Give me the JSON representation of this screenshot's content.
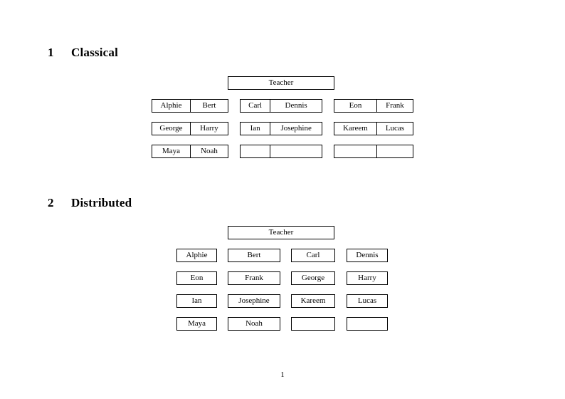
{
  "document": {
    "page_number": "1"
  },
  "sections": [
    {
      "number": "1",
      "title": "Classical",
      "root": {
        "label": "Teacher"
      },
      "groups": [
        {
          "name": "group-left",
          "rows": [
            {
              "cells": [
                {
                  "label": "Alphie"
                },
                {
                  "label": "Bert"
                }
              ]
            },
            {
              "cells": [
                {
                  "label": "George"
                },
                {
                  "label": "Harry"
                }
              ]
            },
            {
              "cells": [
                {
                  "label": "Maya"
                },
                {
                  "label": "Noah"
                }
              ]
            }
          ]
        },
        {
          "name": "group-middle",
          "rows": [
            {
              "cells": [
                {
                  "label": "Carl"
                },
                {
                  "label": "Dennis"
                }
              ]
            },
            {
              "cells": [
                {
                  "label": "Ian"
                },
                {
                  "label": "Josephine"
                }
              ]
            },
            {
              "cells": [
                {
                  "label": ""
                },
                {
                  "label": ""
                }
              ]
            }
          ]
        },
        {
          "name": "group-right",
          "rows": [
            {
              "cells": [
                {
                  "label": "Eon"
                },
                {
                  "label": "Frank"
                }
              ]
            },
            {
              "cells": [
                {
                  "label": "Kareem"
                },
                {
                  "label": "Lucas"
                }
              ]
            },
            {
              "cells": [
                {
                  "label": ""
                },
                {
                  "label": ""
                }
              ]
            }
          ]
        }
      ]
    },
    {
      "number": "2",
      "title": "Distributed",
      "root": {
        "label": "Teacher"
      },
      "rows": [
        {
          "cells": [
            {
              "label": "Alphie"
            },
            {
              "label": "Bert"
            },
            {
              "label": "Carl"
            },
            {
              "label": "Dennis"
            }
          ]
        },
        {
          "cells": [
            {
              "label": "Eon"
            },
            {
              "label": "Frank"
            },
            {
              "label": "George"
            },
            {
              "label": "Harry"
            }
          ]
        },
        {
          "cells": [
            {
              "label": "Ian"
            },
            {
              "label": "Josephine"
            },
            {
              "label": "Kareem"
            },
            {
              "label": "Lucas"
            }
          ]
        },
        {
          "cells": [
            {
              "label": "Maya"
            },
            {
              "label": "Noah"
            },
            {
              "label": ""
            },
            {
              "label": ""
            }
          ]
        }
      ]
    }
  ]
}
